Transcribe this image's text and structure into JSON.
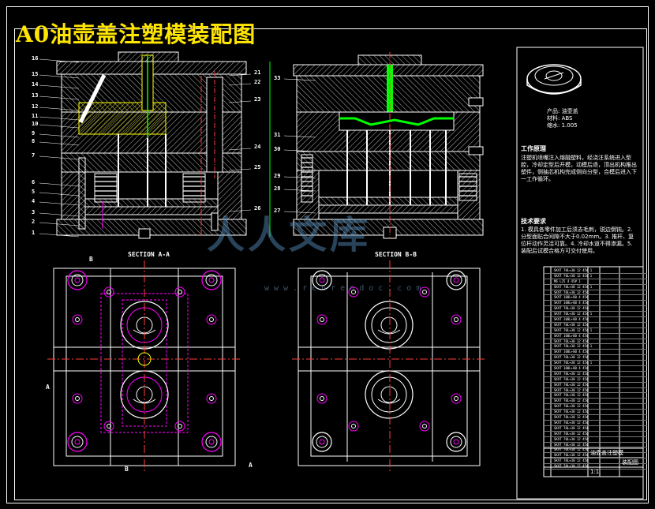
{
  "title": "A0油壶盖注塑模装配图",
  "captions": {
    "section_a": "SECTION A-A",
    "section_b": "SECTION B-B"
  },
  "section_markers": {
    "a": "A",
    "b": "B"
  },
  "callouts_left": [
    "16",
    "15",
    "14",
    "13",
    "12",
    "11",
    "10",
    "9",
    "8",
    "7",
    "6",
    "5",
    "4",
    "3",
    "2",
    "1"
  ],
  "callouts_right": [
    "21",
    "22",
    "23",
    "24",
    "25",
    "26"
  ],
  "callouts_mid": [
    "33",
    "31",
    "30",
    "29",
    "28",
    "27"
  ],
  "product_info": {
    "line1": "产品: 油壶盖",
    "line2": "材料: ABS",
    "line3": "缩水: 1.005"
  },
  "work_heading": "工作原理",
  "work_text": "注塑机喷嘴注入熔融塑料，经浇注系统进入型腔，冷却定型后开模，动模后退，顶出机构推出塑件，侧抽芯机构完成侧向分型，合模后进入下一工作循环。",
  "tech_heading": "技术要求",
  "tech_text": "1. 模具各零件加工后须去毛刺，锐边倒钝。2. 分型面贴合间隙不大于0.02mm。3. 推杆、复位杆动作灵活可靠。4. 冷却水道不得渗漏。5. 装配后试模合格方可交付使用。",
  "bom_rows": [
    "SKVT 70L+30 12 45# 1",
    "SKVT 70L+30 12 45# 1",
    "M6 L25 4 45# 1",
    "SKVT 70L+30 12 45# 1",
    "SKVT 70L+30 12 45#",
    "SKVT 100L+80 4 45#",
    "SKVT 100L+80 4 45#",
    "SKVT 70L+30 12 45#",
    "SKVT 70L+30 12 45# 1",
    "SKVT 100L+80 4 45#",
    "SKVT 70L+30 12 45#",
    "SKVT 70L+30 12 45# 1",
    "SKVT 100L+80 4 45#",
    "SKVT 70L+30 12 45#",
    "SKVT 70L+30 12 45# 1",
    "SKVT 100L+80 4 45#",
    "SKVT 70L+30 12 45#",
    "SKVT 70L+30 12 45# 1",
    "SKVT 100L+80 4 45#",
    "SKVT 70L+30 12 45#",
    "SKVT 70L+30 12 45#",
    "SKVT 70L+30 12 45#",
    "SKVT 70L+30 12 45#",
    "SKVT 70L+30 12 45#",
    "SKVT 70L+30 12 45#",
    "SKVT 70L+30 12 45#",
    "SKVT 70L+30 12 45#",
    "SKVT 70L+30 12 45#",
    "SKVT 70L+30 12 45#",
    "SKVT 70L+30 12 45#",
    "SKVT 70L+30 12 45#",
    "SKVT 70L+30 12 45#",
    "SKVT 70L+30 12 45#",
    "SKVT 70L+30 12 45#",
    "SKVT 70L+30 12 45#",
    "SKVT 70L+30 12 45#",
    "SKVT 70L+30 12 45#"
  ],
  "title_block": {
    "name": "油壶盖注塑模",
    "drawing": "装配图",
    "scale": "1:1"
  },
  "watermark": {
    "brand": "人人文库",
    "url": "www.renrendoc.com"
  },
  "colors": {
    "background": "#000000",
    "title": "#ffe600",
    "hatch": "#ffffff",
    "centerline": "#ff3b3b",
    "hidden": "#ff00ff",
    "gate": "#00ff00",
    "highlight": "#ffff00"
  }
}
